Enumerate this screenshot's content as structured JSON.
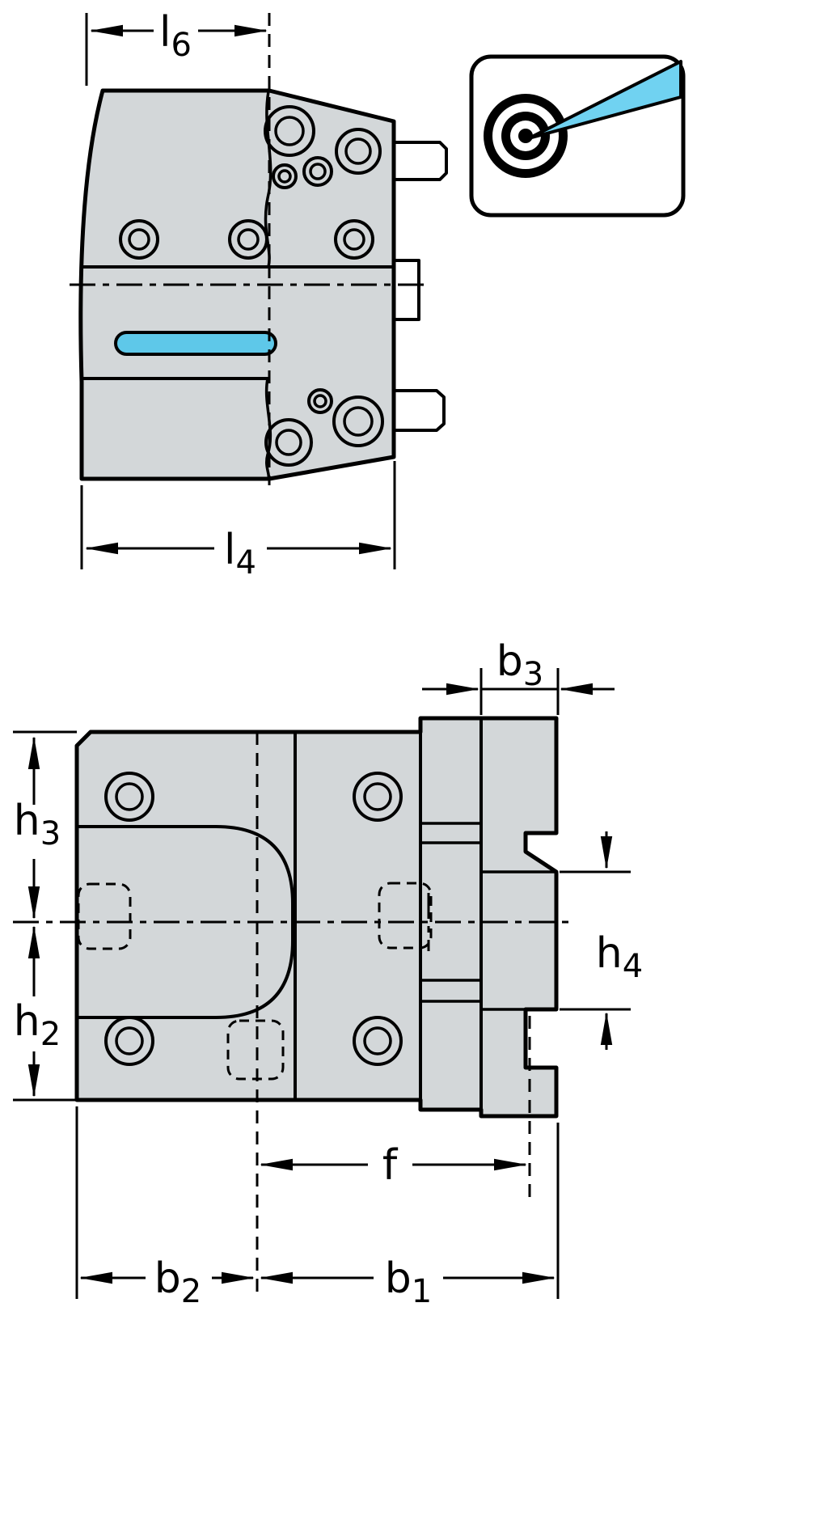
{
  "drawing": {
    "type": "technical-dimension-drawing",
    "views": {
      "side_view": {
        "name": "side-view",
        "dimensions": {
          "l6": {
            "base": "l",
            "sub": "6"
          },
          "l4": {
            "base": "l",
            "sub": "4"
          }
        }
      },
      "front_view": {
        "name": "front-view",
        "dimensions": {
          "b3": {
            "base": "b",
            "sub": "3"
          },
          "h3": {
            "base": "h",
            "sub": "3"
          },
          "h2": {
            "base": "h",
            "sub": "2"
          },
          "h4": {
            "base": "h",
            "sub": "4"
          },
          "f": {
            "base": "f",
            "sub": ""
          },
          "b2": {
            "base": "b",
            "sub": "2"
          },
          "b1": {
            "base": "b",
            "sub": "1"
          }
        }
      }
    },
    "icons": {
      "target": "target-icon"
    },
    "colors": {
      "part_fill": "#d3d7d9",
      "accent_cyan": "#5ec8e9",
      "needle_cyan": "#70d2f1",
      "stroke": "#000000",
      "background": "#ffffff"
    }
  }
}
